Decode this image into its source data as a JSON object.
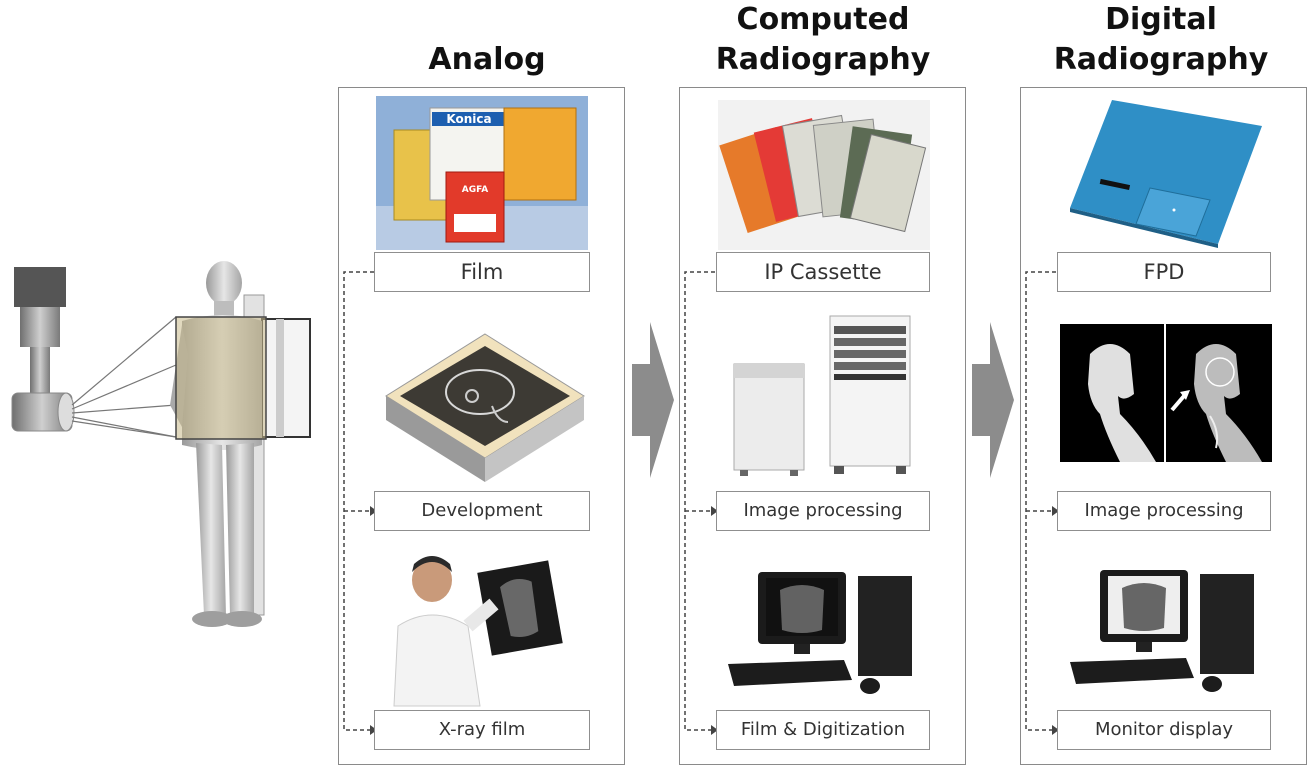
{
  "columns": [
    {
      "title_lines": [
        "Analog"
      ],
      "labels": [
        "Film",
        "Development",
        "X-ray film"
      ]
    },
    {
      "title_lines": [
        "Computed",
        "Radiography"
      ],
      "labels": [
        "IP Cassette",
        "Image processing",
        "Film & Digitization"
      ]
    },
    {
      "title_lines": [
        "Digital",
        "Radiography"
      ],
      "labels": [
        "FPD",
        "Image processing",
        "Monitor display"
      ]
    }
  ],
  "film_boxes": {
    "brand_konica": "Konica",
    "brand_agfa": "AGFA"
  },
  "colors": {
    "panel_border": "#8a8a8a",
    "arrow_gray": "#8c8c8c",
    "fpd_blue": "#2f8fc6",
    "body_gray": "#b8b8b8"
  }
}
